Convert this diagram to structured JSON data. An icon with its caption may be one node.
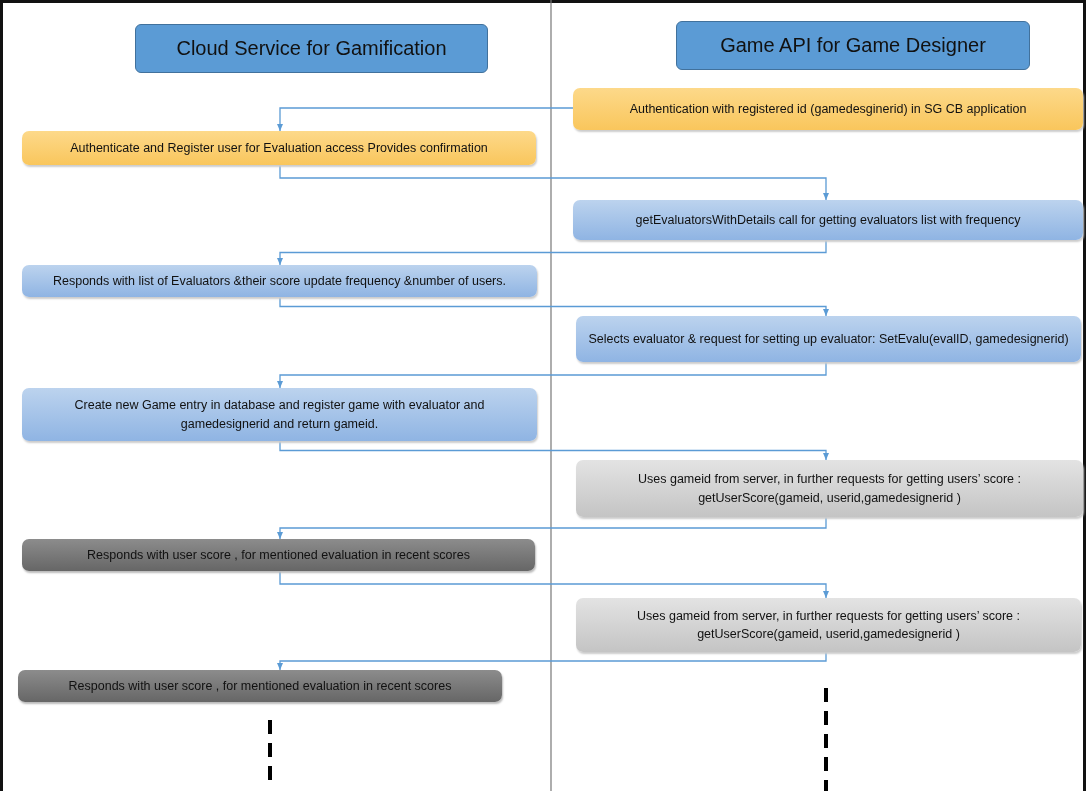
{
  "diagram": {
    "nodes": [
      {
        "text": [
          "Cloud Service for Gamification"
        ]
      },
      {
        "text": [
          "Game API for Game Designer"
        ]
      },
      {
        "text": [
          "Authentication with registered id (gamedesginerid)  in SG CB application"
        ]
      },
      {
        "text": [
          "Authenticate and Register user for Evaluation access Provides confirmation"
        ]
      },
      {
        "text": [
          "getEvaluatorsWithDetails call for getting evaluators list with frequency"
        ]
      },
      {
        "text": [
          "Responds with list of Evaluators &their score update frequency &number of users."
        ]
      },
      {
        "text": [
          "Selects evaluator & request for setting up evaluator: SetEvalu(evalID, gamedesignerid)"
        ]
      },
      {
        "text": [
          "Create new Game entry in database and register game with evaluator and gamedesignerid and return gameid."
        ]
      },
      {
        "text": [
          "Uses gameid from server, in further requests for getting users’ score : getUserScore(gameid, userid,gamedesignerid )"
        ]
      },
      {
        "text": [
          "Responds with user score , for mentioned evaluation in recent scores"
        ]
      },
      {
        "text": [
          "Uses gameid from server, in further requests for getting users’ score : getUserScore(gameid, userid,gamedesignerid )"
        ]
      },
      {
        "text": [
          "Responds with user score , for mentioned evaluation in recent scores"
        ]
      }
    ],
    "edges": [
      {
        "from": 2,
        "to": 3,
        "arrow": "to"
      },
      {
        "from": 3,
        "to": 4,
        "arrow": "to"
      },
      {
        "from": 4,
        "to": 5,
        "arrow": "to"
      },
      {
        "from": 5,
        "to": 6,
        "arrow": "to"
      },
      {
        "from": 6,
        "to": 7,
        "arrow": "to"
      },
      {
        "from": 7,
        "to": 8,
        "arrow": "to"
      },
      {
        "from": 8,
        "to": 9,
        "arrow": "to"
      },
      {
        "from": 9,
        "to": 10,
        "arrow": "to"
      },
      {
        "from": 10,
        "to": 11,
        "arrow": "to"
      }
    ]
  }
}
